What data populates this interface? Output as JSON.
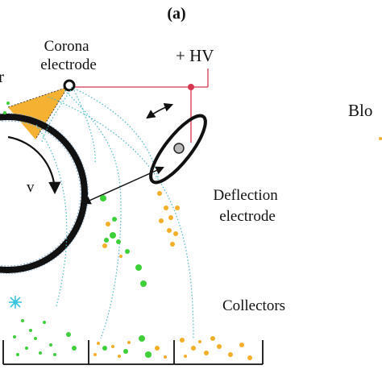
{
  "panel_label": "(a)",
  "labels": {
    "corona": [
      "Corona",
      "electrode"
    ],
    "hv": "+ HV",
    "deflection": [
      "Deflection",
      "electrode"
    ],
    "collectors": "Collectors",
    "velocity": "v",
    "left_clip": "r",
    "right_clip": "Blo"
  },
  "colors": {
    "drum": "#111111",
    "wire": "#d6364f",
    "corona_cone": "#f3a91c",
    "field_lines": "#49b9c8",
    "green_particle": "#3fcf3a",
    "orange_particle": "#f4ae2a",
    "spark": "#3cc6e3"
  },
  "icons": {
    "corona_electrode": "ring-electrode-icon",
    "deflection_electrode": "ellipse-electrode-icon",
    "discharge_brush": "spark-icon",
    "rotation": "curved-arrow-icon"
  }
}
